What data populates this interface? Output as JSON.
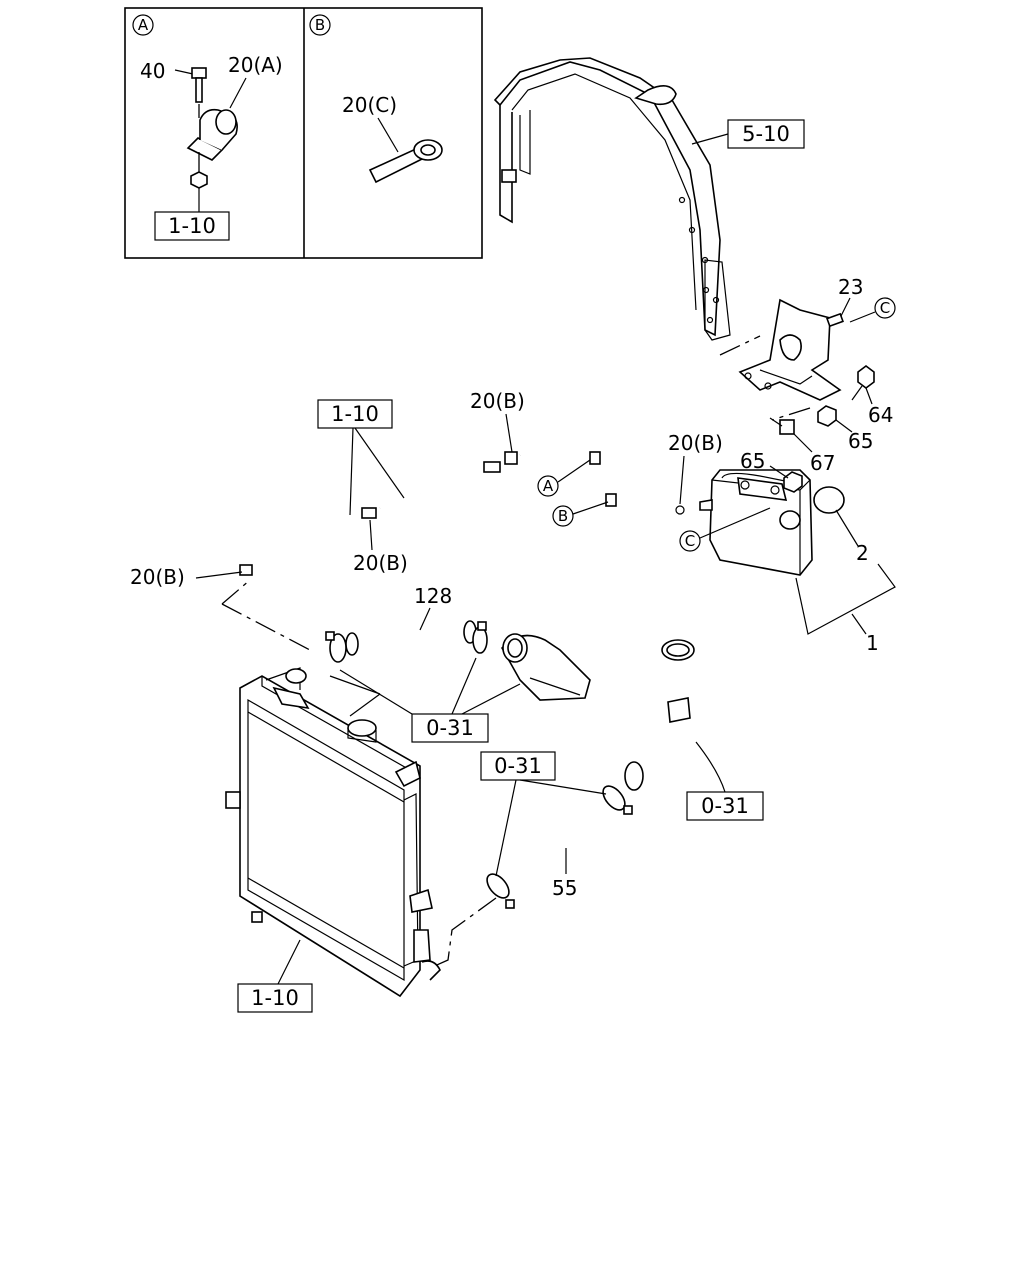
{
  "inset_a": {
    "marker": "A",
    "part_40": "40",
    "part_20a": "20(A)",
    "ref_box": "1-10"
  },
  "inset_b": {
    "marker": "B",
    "part_20c": "20(C)"
  },
  "frame": {
    "ref_box": "5-10"
  },
  "bracket": {
    "part_23": "23",
    "marker_c": "C",
    "part_64": "64",
    "part_65": "65",
    "part_67": "67"
  },
  "hose_line": {
    "ref_box": "1-10",
    "part_20b_top": "20(B)",
    "part_20b_mid": "20(B)",
    "part_20b_left": "20(B)",
    "part_20b_right": "20(B)",
    "marker_a": "A",
    "marker_b": "B"
  },
  "tank": {
    "part_65": "65",
    "marker_c": "C",
    "part_2": "2",
    "part_1": "1"
  },
  "upper_hose": {
    "part_128": "128",
    "ref_box": "0-31"
  },
  "lower_hose": {
    "ref_box": "0-31",
    "part_55": "55"
  },
  "outlet_pipe": {
    "ref_box": "0-31"
  },
  "radiator": {
    "ref_box": "1-10"
  }
}
